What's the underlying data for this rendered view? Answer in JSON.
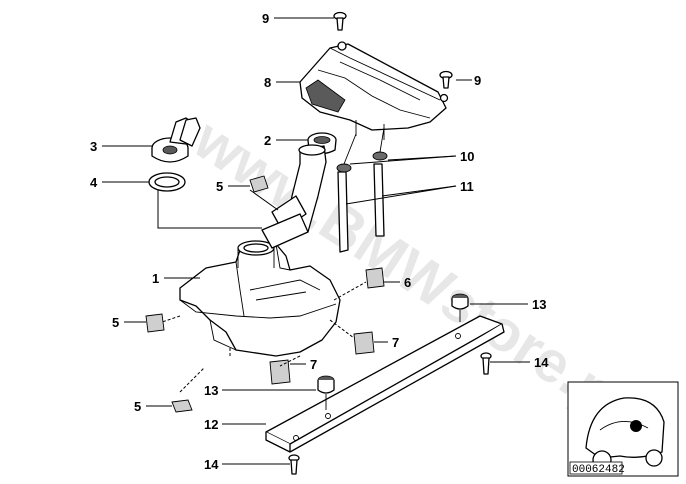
{
  "callouts": [
    {
      "id": "9a",
      "label": "9"
    },
    {
      "id": "8",
      "label": "8"
    },
    {
      "id": "9b",
      "label": "9"
    },
    {
      "id": "2",
      "label": "2"
    },
    {
      "id": "3",
      "label": "3"
    },
    {
      "id": "10",
      "label": "10"
    },
    {
      "id": "4",
      "label": "4"
    },
    {
      "id": "5a",
      "label": "5"
    },
    {
      "id": "11",
      "label": "11"
    },
    {
      "id": "1",
      "label": "1"
    },
    {
      "id": "6",
      "label": "6"
    },
    {
      "id": "13a",
      "label": "13"
    },
    {
      "id": "5b",
      "label": "5"
    },
    {
      "id": "7a",
      "label": "7"
    },
    {
      "id": "7b",
      "label": "7"
    },
    {
      "id": "14a",
      "label": "14"
    },
    {
      "id": "13b",
      "label": "13"
    },
    {
      "id": "5c",
      "label": "5"
    },
    {
      "id": "12",
      "label": "12"
    },
    {
      "id": "14b",
      "label": "14"
    }
  ],
  "watermark": "www.BMWstore.pl",
  "diagram_code": "00062482"
}
